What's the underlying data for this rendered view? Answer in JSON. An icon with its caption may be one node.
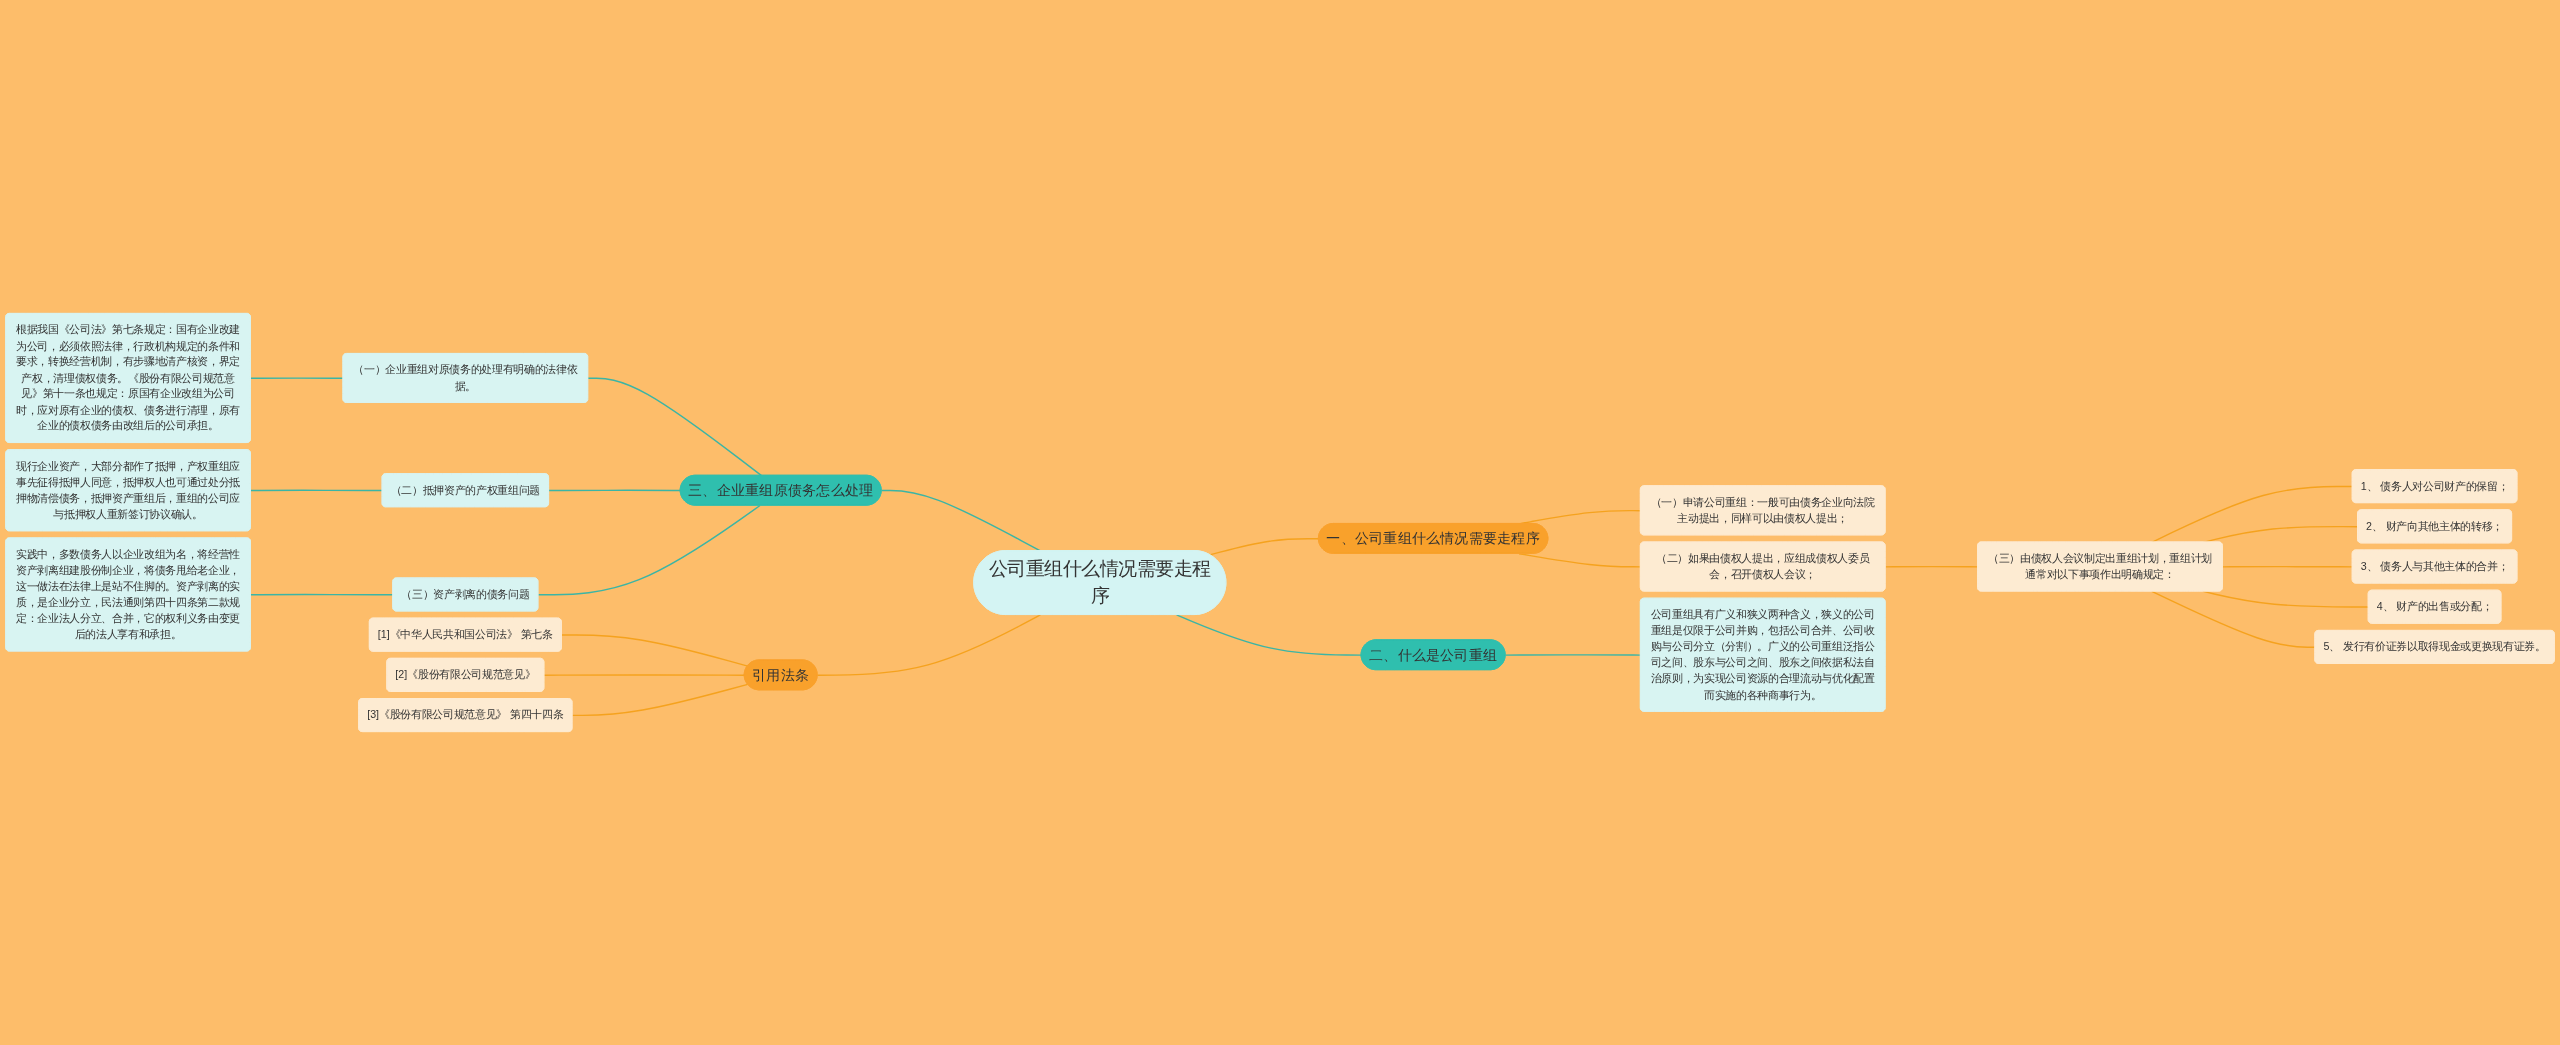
{
  "diagram": {
    "nodes": [
      {
        "text": [
          "公司重组什么情况需要走程序"
        ]
      },
      {
        "text": [
          "一、公司重组什么情况需要走程序"
        ]
      },
      {
        "text": [
          "（一）申请公司重组：一般可由债务企业向法院主动提出，同样可以由债权人提出；"
        ]
      },
      {
        "text": [
          "（二）如果由债权人提出，应组成债权人委员会，召开债权人会议；"
        ]
      },
      {
        "text": [
          "（三）由债权人会议制定出重组计划，重组计划通常对以下事项作出明确规定："
        ]
      },
      {
        "text": [
          "1、 债务人对公司财产的保留；"
        ]
      },
      {
        "text": [
          "2、 财产向其他主体的转移；"
        ]
      },
      {
        "text": [
          "3、 债务人与其他主体的合并；"
        ]
      },
      {
        "text": [
          "4、 财产的出售或分配；"
        ]
      },
      {
        "text": [
          "5、 发行有价证券以取得现金或更换现有证券。"
        ]
      },
      {
        "text": [
          "三、企业重组原债务怎么处理"
        ]
      },
      {
        "text": [
          "（一）企业重组对原债务的处理有明确的法律依据。"
        ]
      },
      {
        "text": [
          "根据我国《公司法》第七条规定：国有企业改建为公司，必须依照法律，行政机构规定的条件和要求，转换经营机制，有步骤地清产核资，界定产权，清理债权债务。《股份有限公司规范意见》第十一条也规定：原国有企业改组为公司时，应对原有企业的债权、债务进行清理，原有企业的债权债务由改组后的公司承担。"
        ]
      },
      {
        "text": [
          "（二）抵押资产的产权重组问题"
        ]
      },
      {
        "text": [
          "现行企业资产，大部分都作了抵押，产权重组应事先征得抵押人同意，抵押权人也可通过处分抵押物清偿债务，抵押资产重组后，重组的公司应与抵押权人重新签订协议确认。"
        ]
      },
      {
        "text": [
          "（三）资产剥离的债务问题"
        ]
      },
      {
        "text": [
          "实践中，多数债务人以企业改组为名，将经营性资产剥离组建股份制企业，将债务甩给老企业，这一做法在法律上是站不住脚的。资产剥离的实质，是企业分立，民法通则第四十四条第二款规定：企业法人分立、合并，它的权利义务由变更后的法人享有和承担。"
        ]
      },
      {
        "text": [
          "二、什么是公司重组"
        ]
      },
      {
        "text": [
          "公司重组具有广义和狭义两种含义，狭义的公司重组是仅限于公司并购，包括公司合并、公司收购与公司分立（分割）。广义的公司重组泛指公司之间、股东与公司之间、股东之间依据私法自治原则，为实现公司资源的合理流动与优化配置而实施的各种商事行为。"
        ]
      },
      {
        "text": [
          "引用法条"
        ]
      },
      {
        "text": [
          "[1]《中华人民共和国公司法》 第七条"
        ]
      },
      {
        "text": [
          "[2]《股份有限公司规范意见》"
        ]
      },
      {
        "text": [
          "[3]《股份有限公司规范意见》 第四十四条"
        ]
      }
    ],
    "edges": [
      {
        "from": 0,
        "to": 1,
        "arrow": "none"
      },
      {
        "from": 1,
        "to": 2,
        "arrow": "none"
      },
      {
        "from": 1,
        "to": 3,
        "arrow": "none"
      },
      {
        "from": 3,
        "to": 4,
        "arrow": "none"
      },
      {
        "from": 4,
        "to": 5,
        "arrow": "none"
      },
      {
        "from": 4,
        "to": 6,
        "arrow": "none"
      },
      {
        "from": 4,
        "to": 7,
        "arrow": "none"
      },
      {
        "from": 4,
        "to": 8,
        "arrow": "none"
      },
      {
        "from": 4,
        "to": 9,
        "arrow": "none"
      },
      {
        "from": 0,
        "to": 10,
        "arrow": "none",
        "color": "#3bb5a5"
      },
      {
        "from": 10,
        "to": 11,
        "arrow": "none",
        "color": "#3bb5a5"
      },
      {
        "from": 11,
        "to": 12,
        "arrow": "none",
        "color": "#3bb5a5"
      },
      {
        "from": 10,
        "to": 13,
        "arrow": "none",
        "color": "#3bb5a5"
      },
      {
        "from": 13,
        "to": 14,
        "arrow": "none",
        "color": "#3bb5a5"
      },
      {
        "from": 10,
        "to": 15,
        "arrow": "none",
        "color": "#3bb5a5"
      },
      {
        "from": 15,
        "to": 16,
        "arrow": "none",
        "color": "#3bb5a5"
      },
      {
        "from": 0,
        "to": 17,
        "arrow": "none",
        "color": "#3bb5a5"
      },
      {
        "from": 17,
        "to": 18,
        "arrow": "none",
        "color": "#3bb5a5"
      },
      {
        "from": 0,
        "to": 19,
        "arrow": "none"
      },
      {
        "from": 19,
        "to": 20,
        "arrow": "none"
      },
      {
        "from": 19,
        "to": 21,
        "arrow": "none"
      },
      {
        "from": 19,
        "to": 22,
        "arrow": "none"
      }
    ]
  }
}
